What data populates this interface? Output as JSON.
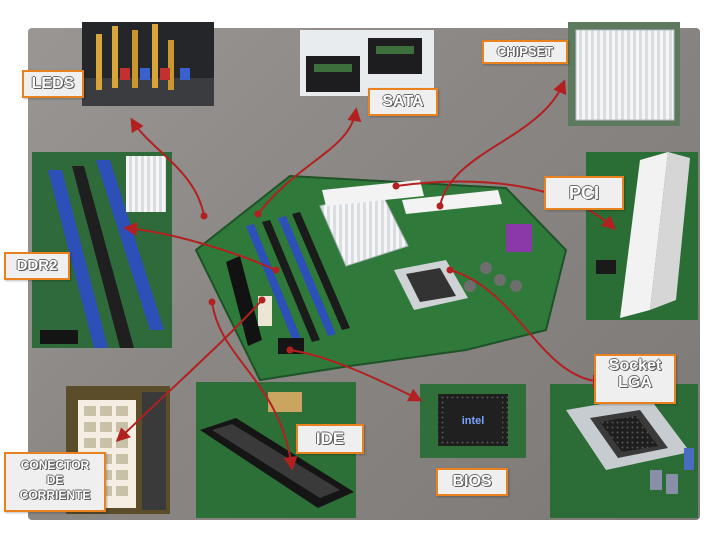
{
  "labels": {
    "leds": "LEDS",
    "sata": "SATA",
    "chipset": "CHIPSET",
    "pci": "PCI",
    "ddr2": "DDR2",
    "socket_line1": "Socket",
    "socket_line2": "LGA",
    "ide": "IDE",
    "bios": "BIOS",
    "conector_line1": "CONECTOR",
    "conector_line2": "DE",
    "conector_line3": "CORRIENTE"
  },
  "colors": {
    "label_border": "#e8821e",
    "arrow": "#b32020",
    "pcb_green": "#2f7a3a"
  }
}
